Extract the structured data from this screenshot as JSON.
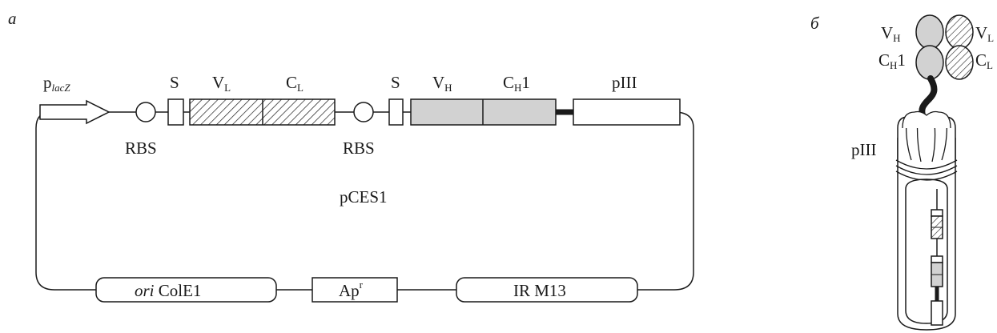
{
  "panel_a": {
    "letter": "а",
    "promoter": {
      "main": "p",
      "sub": "lacZ"
    },
    "rbs1": "RBS",
    "rbs2": "RBS",
    "s1": "S",
    "s2": "S",
    "vl": {
      "main": "V",
      "sub": "L"
    },
    "cl": {
      "main": "C",
      "sub": "L"
    },
    "vh": {
      "main": "V",
      "sub": "H"
    },
    "ch1": {
      "main": "C",
      "sub": "H",
      "tail": "1"
    },
    "piii": "pIII",
    "plasmid": "pCES1",
    "ori": {
      "italic": "ori",
      "rest": " ColE1"
    },
    "apr": {
      "main": "Ap",
      "sup": "r"
    },
    "ir": "IR M13"
  },
  "panel_b": {
    "letter": "б",
    "vh": {
      "main": "V",
      "sub": "H"
    },
    "vl": {
      "main": "V",
      "sub": "L"
    },
    "ch1": {
      "main": "C",
      "sub": "H",
      "tail": "1"
    },
    "cl": {
      "main": "C",
      "sub": "L"
    },
    "piii": "pIII"
  },
  "colors": {
    "line": "#1a1a1a",
    "gray_fill": "#d2d2d2",
    "hatch": "#1a1a1a"
  }
}
